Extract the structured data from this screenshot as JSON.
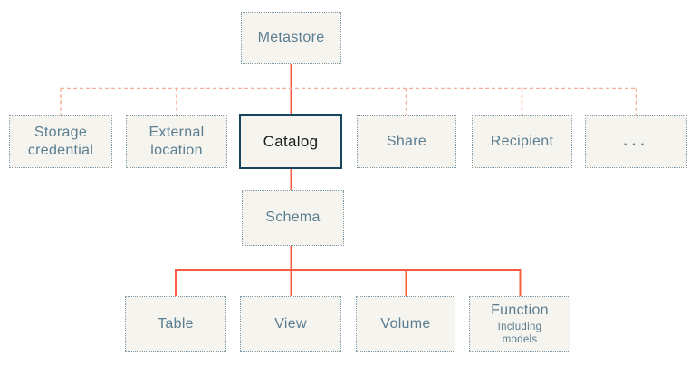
{
  "diagram": {
    "nodes": {
      "metastore": {
        "label": "Metastore"
      },
      "storage_credential": {
        "label": "Storage credential"
      },
      "external_location": {
        "label": "External location"
      },
      "catalog": {
        "label": "Catalog"
      },
      "share": {
        "label": "Share"
      },
      "recipient": {
        "label": "Recipient"
      },
      "ellipsis": {
        "label": "..."
      },
      "schema": {
        "label": "Schema"
      },
      "table": {
        "label": "Table"
      },
      "view": {
        "label": "View"
      },
      "volume": {
        "label": "Volume"
      },
      "function": {
        "label": "Function",
        "sublabel": "Including models"
      }
    },
    "colors": {
      "solid_line": "#f85c40",
      "dashed_line": "#f6ae9a",
      "box_border": "#7e9aa9",
      "box_fill": "#f6f4ef",
      "text": "#5a7d90",
      "catalog_border": "#17455c",
      "catalog_text": "#1c1c1c",
      "background": "#ffffff"
    }
  }
}
